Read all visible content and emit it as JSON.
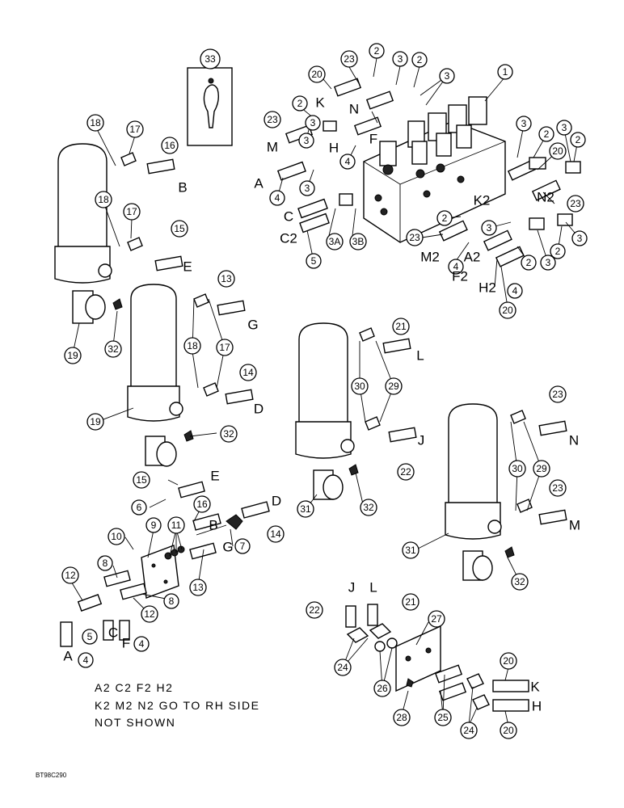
{
  "callouts": {
    "c1": "1",
    "c2a": "2",
    "c2b": "2",
    "c2c": "2",
    "c2d": "2",
    "c2e": "2",
    "c2f": "2",
    "c2g": "2",
    "c2h": "2",
    "c3a": "3",
    "c3b": "3",
    "c3c": "3",
    "c3d": "3",
    "c3e": "3",
    "c3f": "3",
    "c3g": "3",
    "c3h": "3",
    "c3i": "3",
    "c3A": "3A",
    "c3B": "3B",
    "c4a": "4",
    "c4b": "4",
    "c4c": "4",
    "c4d": "4",
    "c4e": "4",
    "c4f": "4",
    "c5a": "5",
    "c5b": "5",
    "c6": "6",
    "c7": "7",
    "c8a": "8",
    "c8b": "8",
    "c9": "9",
    "c10": "10",
    "c11": "11",
    "c12a": "12",
    "c12b": "12",
    "c13a": "13",
    "c13b": "13",
    "c14a": "14",
    "c14b": "14",
    "c15a": "15",
    "c15b": "15",
    "c16a": "16",
    "c16b": "16",
    "c17a": "17",
    "c17b": "17",
    "c17c": "17",
    "c18a": "18",
    "c18b": "18",
    "c18c": "18",
    "c19a": "19",
    "c19b": "19",
    "c20a": "20",
    "c20b": "20",
    "c20c": "20",
    "c20d": "20",
    "c20e": "20",
    "c21a": "21",
    "c21b": "21",
    "c22a": "22",
    "c22b": "22",
    "c23a": "23",
    "c23b": "23",
    "c23c": "23",
    "c23d": "23",
    "c23e": "23",
    "c23f": "23",
    "c24a": "24",
    "c24b": "24",
    "c25": "25",
    "c26": "26",
    "c27": "27",
    "c28": "28",
    "c29a": "29",
    "c29b": "29",
    "c30a": "30",
    "c30b": "30",
    "c31a": "31",
    "c31b": "31",
    "c32a": "32",
    "c32b": "32",
    "c32c": "32",
    "c32d": "32",
    "c33": "33"
  },
  "port_letters": {
    "B1": "B",
    "E1": "E",
    "G1": "G",
    "D1": "D",
    "L1": "L",
    "J1": "J",
    "N1": "N",
    "M1": "M",
    "E2": "E",
    "D2": "D",
    "B2": "B",
    "G2": "G",
    "A1": "A",
    "C1": "C",
    "F1": "F",
    "J2": "J",
    "L2": "L",
    "K1": "K",
    "H1": "H",
    "vK": "K",
    "vN": "N",
    "vM": "M",
    "vH": "H",
    "vF": "F",
    "vA": "A",
    "vC": "C",
    "vC2": "C2",
    "vK2": "K2",
    "vN2": "N2",
    "vM2": "M2",
    "vA2": "A2",
    "vF2": "F2",
    "vH2": "H2"
  },
  "note": {
    "line1": "A2  C2  F2  H2",
    "line2": "K2  M2  N2  GO  TO  RH  SIDE",
    "line3": "NOT  SHOWN"
  },
  "figure_code": "BT98C290"
}
